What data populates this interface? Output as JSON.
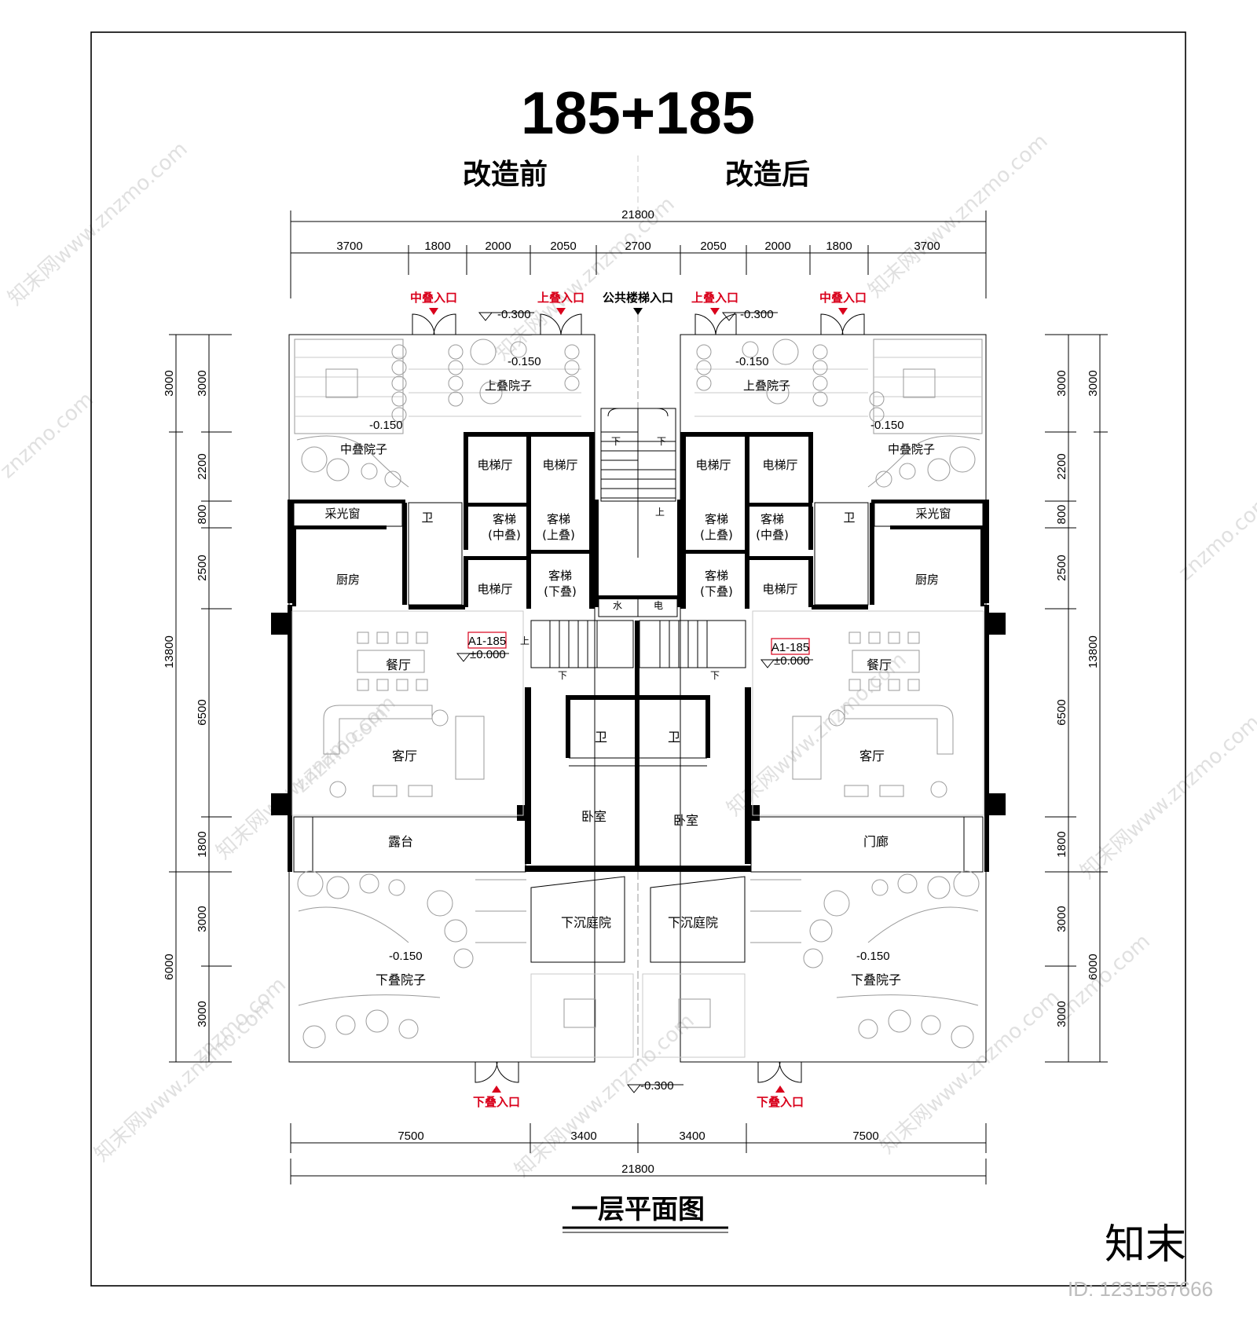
{
  "title": "185+185",
  "headings": {
    "before": "改造前",
    "after": "改造后"
  },
  "drawing_name": "一层平面图",
  "dimensions": {
    "top_total": "21800",
    "top_segments": [
      "3700",
      "1800",
      "2000",
      "2050",
      "2700",
      "2050",
      "2000",
      "1800",
      "3700"
    ],
    "bottom_segments": [
      "7500",
      "3400",
      "3400",
      "7500"
    ],
    "bottom_total": "21800",
    "left_outer": [
      "3000",
      "13800",
      "6000"
    ],
    "left_inner": [
      "3000",
      "2200",
      "800",
      "2500",
      "6500",
      "1800",
      "3000",
      "3000"
    ],
    "right_inner": [
      "3000",
      "2200",
      "800",
      "2500",
      "6500",
      "1800",
      "3000",
      "3000"
    ],
    "right_outer": [
      "3000",
      "13800",
      "6000"
    ]
  },
  "entrances": {
    "mid_left": "中叠入口",
    "upper_left": "上叠入口",
    "public_stair": "公共楼梯入口",
    "upper_right": "上叠入口",
    "mid_right": "中叠入口",
    "lower_left": "下叠入口",
    "lower_right": "下叠入口"
  },
  "elevations": {
    "top_left_entry": "-0.300",
    "top_right_entry": "-0.300",
    "upper_yard_left": "-0.150",
    "upper_yard_right": "-0.150",
    "mid_yard_left": "-0.150",
    "mid_yard_right": "-0.150",
    "unit_left": "±0.000",
    "unit_right": "±0.000",
    "lower_yard_left": "-0.150",
    "lower_yard_right": "-0.150",
    "bottom_entry": "-0.300"
  },
  "unit_tags": {
    "left": "A1-185",
    "right": "A1-185"
  },
  "rooms": {
    "upper_yard_left": "上叠院子",
    "upper_yard_right": "上叠院子",
    "mid_yard_left": "中叠院子",
    "mid_yard_right": "中叠院子",
    "lift_hall_1": "电梯厅",
    "lift_hall_2": "电梯厅",
    "lift_hall_3": "电梯厅",
    "lift_hall_4": "电梯厅",
    "lift_hall_5": "电梯厅",
    "lift_hall_6": "电梯厅",
    "skylight_left": "采光窗",
    "skylight_right": "采光窗",
    "wc_top_left": "卫",
    "wc_top_right": "卫",
    "lift_mid_left": "客梯\n(中叠)",
    "lift_up_left": "客梯\n(上叠)",
    "lift_up_right": "客梯\n(上叠)",
    "lift_mid_right": "客梯\n(中叠)",
    "lift_low_left": "客梯\n(下叠)",
    "lift_low_right": "客梯\n(下叠)",
    "kitchen_left": "厨房",
    "kitchen_right": "厨房",
    "water": "水",
    "electric": "电",
    "dining_left": "餐厅",
    "dining_right": "餐厅",
    "living_left": "客厅",
    "living_right": "客厅",
    "wc_center_left": "卫",
    "wc_center_right": "卫",
    "bedroom_left": "卧室",
    "bedroom_right": "卧室",
    "terrace": "露台",
    "porch": "门廊",
    "sunken_left": "下沉庭院",
    "sunken_right": "下沉庭院",
    "lower_yard_left": "下叠院子",
    "lower_yard_right": "下叠院子"
  },
  "stair_marks": {
    "up": "上",
    "down": "下"
  },
  "watermark": {
    "site": "知末网www.znzmo.com",
    "domain": "znzmo.com",
    "brand": "知末",
    "id": "ID: 1231587666"
  },
  "colors": {
    "line": "#000000",
    "label_red": "#d9001b",
    "watermark": "#c8c8c8"
  }
}
